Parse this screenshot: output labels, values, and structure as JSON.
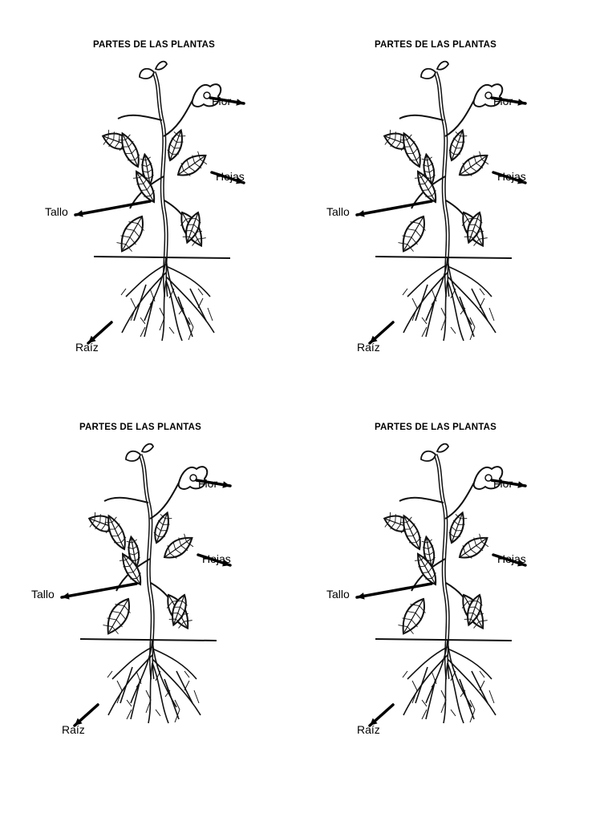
{
  "panels": [
    {
      "title": "PARTES DE LAS PLANTAS",
      "labels": {
        "flor": "Flor",
        "hojas": "Hojas",
        "tallo": "Tallo",
        "raiz": "Raíz"
      }
    },
    {
      "title": "PARTES DE LAS PLANTAS",
      "labels": {
        "flor": "Flor",
        "hojas": "Hojas",
        "tallo": "Tallo",
        "raiz": "Raíz"
      }
    },
    {
      "title": "PARTES DE LAS PLANTAS",
      "labels": {
        "flor": "Flor",
        "hojas": "Hojas",
        "tallo": "Tallo",
        "raiz": "Raíz"
      }
    },
    {
      "title": "PARTES DE LAS PLANTAS",
      "labels": {
        "flor": "Flor",
        "hojas": "Hojas",
        "tallo": "Tallo",
        "raiz": "Raíz"
      }
    }
  ]
}
